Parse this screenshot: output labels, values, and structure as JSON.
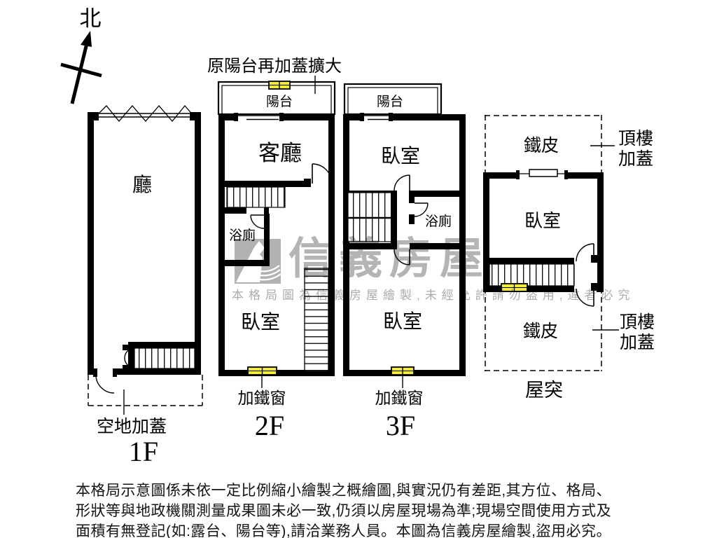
{
  "compass": {
    "north_label": "北"
  },
  "top_annotation": {
    "text": "原陽台再加蓋擴大"
  },
  "floor_1f": {
    "hall": "廳",
    "ground_note": "空地加蓋",
    "label": "1F"
  },
  "floor_2f": {
    "balcony": "陽台",
    "living_room": "客廳",
    "bathroom": "浴廁",
    "bedroom": "臥室",
    "window_note": "加鐵窗",
    "label": "2F"
  },
  "floor_3f": {
    "balcony": "陽台",
    "bedroom_upper": "臥室",
    "bathroom": "浴廁",
    "bedroom_lower": "臥室",
    "window_note": "加鐵窗",
    "label": "3F"
  },
  "floor_roof": {
    "metal_upper": "鐵皮",
    "bedroom": "臥室",
    "metal_lower": "鐵皮",
    "cover_note_upper_line1": "頂樓",
    "cover_note_upper_line2": "加蓋",
    "cover_note_lower_line1": "頂樓",
    "cover_note_lower_line2": "加蓋",
    "label": "屋突"
  },
  "watermark": {
    "brand": "信義房屋",
    "notice": "本格局圖為信義房屋繪製,未經允許請勿盜用,違者必究"
  },
  "disclaimer": {
    "line1": "本格局示意圖係未依一定比例縮小繪製之概繪圖,與實況仍有差距,其方位、格局、",
    "line2": "形狀等與地政機關測量成果圖未必一致,仍須以房屋現場為準;現場空間使用方式及",
    "line3": "面積有無登記(如:露台、陽台等),請洽業務人員。本圖為信義房屋繪製,盜用必究。"
  },
  "colors": {
    "wall": "#000000",
    "iron_window_yellow": "#f3ea3d",
    "watermark_gray": "#b4b4b4"
  }
}
